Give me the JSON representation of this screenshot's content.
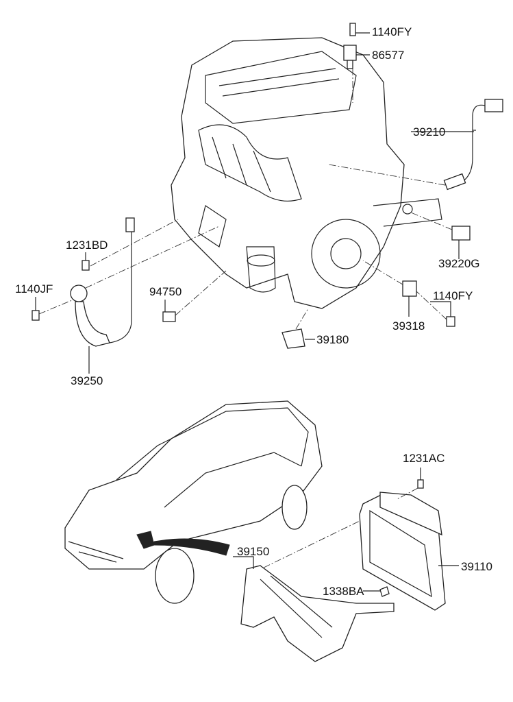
{
  "diagram": {
    "parts": [
      {
        "id": "p1140fy_top",
        "number": "1140FY"
      },
      {
        "id": "p86577",
        "number": "86577"
      },
      {
        "id": "p39210",
        "number": "39210"
      },
      {
        "id": "p39220g",
        "number": "39220G"
      },
      {
        "id": "p1140fy_right",
        "number": "1140FY"
      },
      {
        "id": "p39318",
        "number": "39318"
      },
      {
        "id": "p39180",
        "number": "39180"
      },
      {
        "id": "p94750",
        "number": "94750"
      },
      {
        "id": "p1231bd",
        "number": "1231BD"
      },
      {
        "id": "p1140jf",
        "number": "1140JF"
      },
      {
        "id": "p39250",
        "number": "39250"
      },
      {
        "id": "p1231ac",
        "number": "1231AC"
      },
      {
        "id": "p39150",
        "number": "39150"
      },
      {
        "id": "p39110",
        "number": "39110"
      },
      {
        "id": "p1338ba",
        "number": "1338BA"
      }
    ]
  }
}
